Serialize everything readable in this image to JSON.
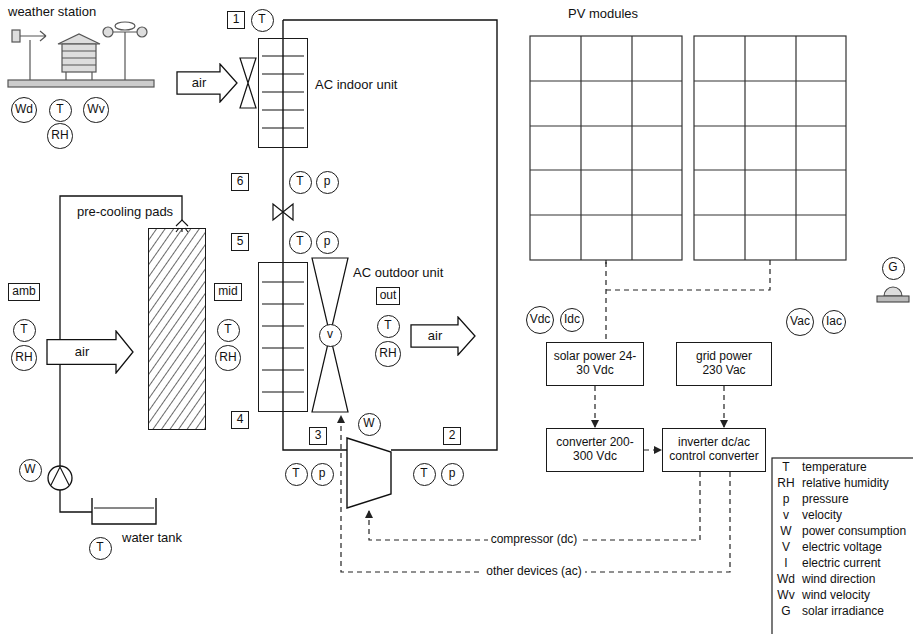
{
  "diagram": {
    "nodes": [
      {
        "text": [
          "weather station"
        ]
      },
      {
        "text": [
          "Wd"
        ]
      },
      {
        "text": [
          "T"
        ]
      },
      {
        "text": [
          "Wv"
        ]
      },
      {
        "text": [
          "RH"
        ]
      },
      {
        "text": [
          "air"
        ]
      },
      {
        "text": [
          "1"
        ]
      },
      {
        "text": [
          "T"
        ]
      },
      {
        "text": [
          "AC indoor unit"
        ]
      },
      {
        "text": [
          "6"
        ]
      },
      {
        "text": [
          "T"
        ]
      },
      {
        "text": [
          "p"
        ]
      },
      {
        "text": [
          "5"
        ]
      },
      {
        "text": [
          "T"
        ]
      },
      {
        "text": [
          "p"
        ]
      },
      {
        "text": [
          "AC outdoor unit"
        ]
      },
      {
        "text": [
          "v"
        ]
      },
      {
        "text": [
          "out"
        ]
      },
      {
        "text": [
          "T"
        ]
      },
      {
        "text": [
          "RH"
        ]
      },
      {
        "text": [
          "air"
        ]
      },
      {
        "text": [
          "pre-cooling pads"
        ]
      },
      {
        "text": [
          "amb"
        ]
      },
      {
        "text": [
          "T"
        ]
      },
      {
        "text": [
          "RH"
        ]
      },
      {
        "text": [
          "air"
        ]
      },
      {
        "text": [
          "mid"
        ]
      },
      {
        "text": [
          "T"
        ]
      },
      {
        "text": [
          "RH"
        ]
      },
      {
        "text": [
          "4"
        ]
      },
      {
        "text": [
          "3"
        ]
      },
      {
        "text": [
          "T"
        ]
      },
      {
        "text": [
          "p"
        ]
      },
      {
        "text": [
          "W"
        ]
      },
      {
        "text": [
          "2"
        ]
      },
      {
        "text": [
          "T"
        ]
      },
      {
        "text": [
          "p"
        ]
      },
      {
        "text": [
          "W"
        ]
      },
      {
        "text": [
          "water tank"
        ]
      },
      {
        "text": [
          "T"
        ]
      },
      {
        "text": [
          "PV modules"
        ]
      },
      {
        "text": [
          "G"
        ]
      },
      {
        "text": [
          "Vdc"
        ]
      },
      {
        "text": [
          "Idc"
        ]
      },
      {
        "text": [
          "solar power 24-30 Vdc"
        ]
      },
      {
        "text": [
          "Vac"
        ]
      },
      {
        "text": [
          "Iac"
        ]
      },
      {
        "text": [
          "grid power 230 Vac"
        ]
      },
      {
        "text": [
          "converter 200-300 Vdc"
        ]
      },
      {
        "text": [
          "inverter dc/ac control converter"
        ]
      }
    ],
    "edges": [
      {
        "from": 40,
        "to": 44,
        "arrow": "none"
      },
      {
        "from": 44,
        "to": 48,
        "arrow": "to"
      },
      {
        "from": 48,
        "to": 49,
        "arrow": "to"
      },
      {
        "from": 47,
        "to": 49,
        "arrow": "to"
      }
    ],
    "labels": [
      "compressor (dc)",
      "other devices (ac)",
      "T",
      "RH",
      "p",
      "v",
      "W",
      "V",
      "I",
      "Wd",
      "Wv",
      "G"
    ],
    "legend": [
      {
        "text": "temperature"
      },
      {
        "text": "relative humidity"
      },
      {
        "text": "pressure"
      },
      {
        "text": "velocity"
      },
      {
        "text": "power consumption"
      },
      {
        "text": "electric voltage"
      },
      {
        "text": "electric current"
      },
      {
        "text": "wind direction"
      },
      {
        "text": "wind velocity"
      },
      {
        "text": "solar irradiance"
      }
    ]
  }
}
